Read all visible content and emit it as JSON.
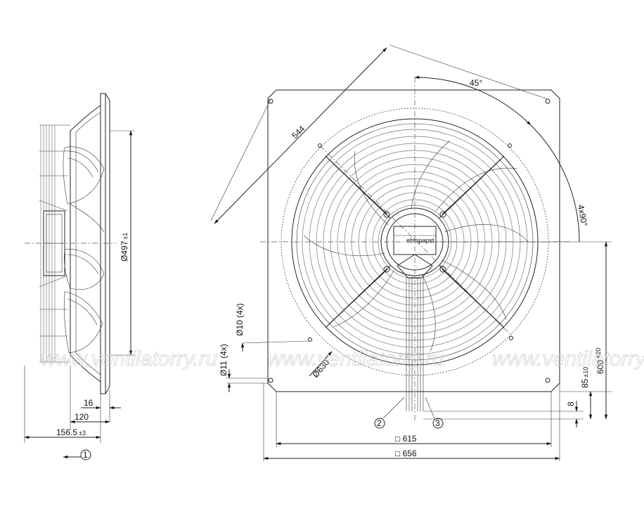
{
  "watermark": {
    "text": "www.ventilatorry.ru"
  },
  "side_view": {
    "diameter_label": "Ø497",
    "diameter_tol": "±1",
    "dims": {
      "d16": "16",
      "d120": "120",
      "d156": "156.5",
      "d156_tol": "±3"
    },
    "callout_1": "1"
  },
  "front_view": {
    "dim_544": "544",
    "angle_45": "45°",
    "holes_4x90": "4x90°",
    "hole_d10": "Ø10 (4x)",
    "hole_d11": "Ø11 (4x)",
    "dia_630": "Ø630",
    "dim_85": "85",
    "dim_85_tol": "±10",
    "dim_600": "600",
    "dim_600_tol": "+20",
    "dim_8": "8",
    "dim_615": "□ 615",
    "dim_656": "□ 656",
    "callout_2": "2",
    "callout_3": "3",
    "hub_brand": "ebmpapst"
  }
}
